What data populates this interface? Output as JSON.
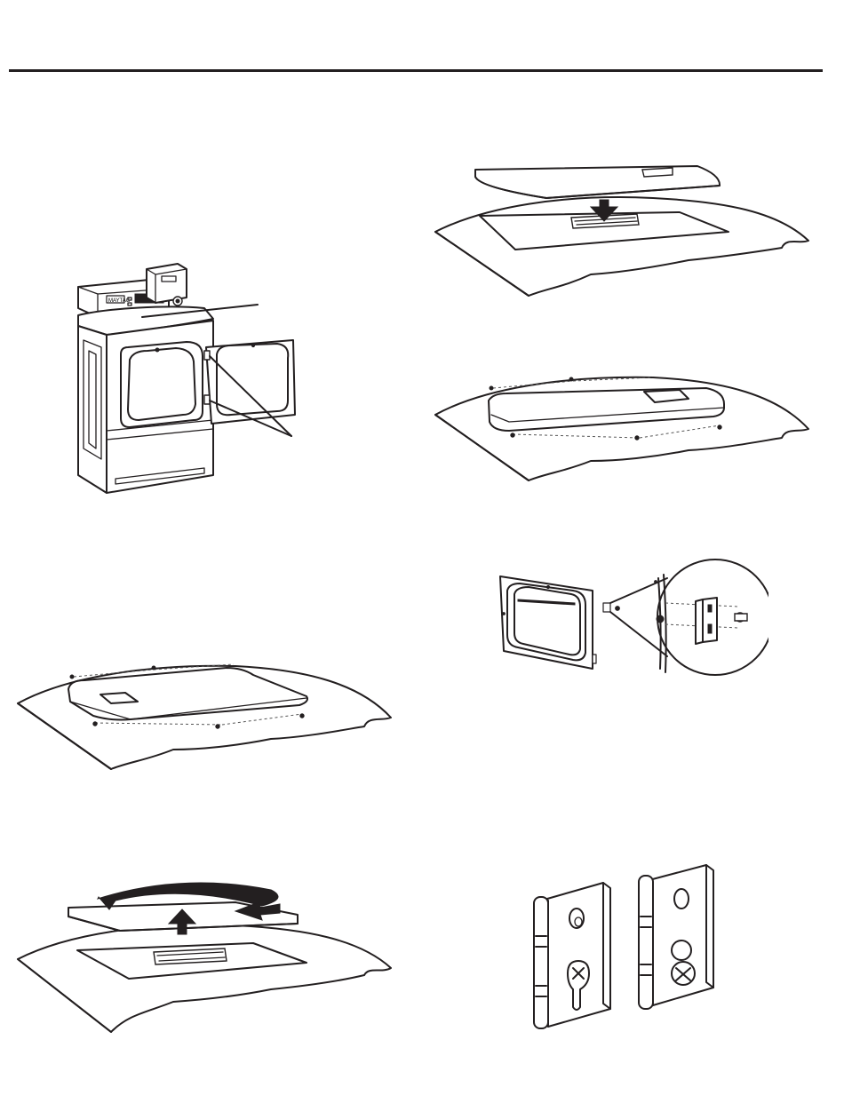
{
  "figures": [
    {
      "id": "dryer-overview",
      "icon": "dryer-illustration"
    },
    {
      "id": "install-top-panel",
      "icon": "panel-down-arrow-illustration"
    },
    {
      "id": "secure-top-panel",
      "icon": "panel-screws-illustration"
    },
    {
      "id": "door-hinge-detail",
      "icon": "door-hinge-magnified-illustration"
    },
    {
      "id": "top-panel-screws-front",
      "icon": "panel-screws-illustration"
    },
    {
      "id": "remove-rotate-panel",
      "icon": "panel-rotate-illustration"
    },
    {
      "id": "hinge-pair",
      "icon": "hinge-illustration"
    }
  ],
  "dryer_badge": "MAYTAG"
}
